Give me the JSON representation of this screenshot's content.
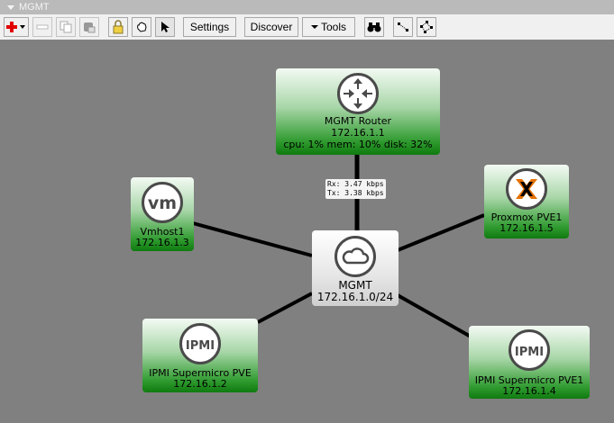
{
  "window": {
    "title": "MGMT"
  },
  "toolbar": {
    "add_icon": "plus-icon",
    "remove_icon": "minus-icon",
    "copy_icon": "copy-icon",
    "paste_icon": "paste-icon",
    "lock_icon": "lock-icon",
    "hand_icon": "hand-icon",
    "pointer_icon": "pointer-icon",
    "settings_label": "Settings",
    "discover_label": "Discover",
    "tools_label": "Tools",
    "find_icon": "binoculars-icon",
    "link_icon": "link-tool-icon",
    "layout_icon": "layout-icon"
  },
  "colors": {
    "accent_red": "#e00000",
    "node_green": "#0f7a0f",
    "canvas": "#808080"
  },
  "nodes": {
    "router": {
      "name": "MGMT Router",
      "ip": "172.16.1.1",
      "stats": "cpu: 1% mem: 10% disk: 32%",
      "icon": "router-icon"
    },
    "network": {
      "name": "MGMT",
      "ip": "172.16.1.0/24",
      "icon": "cloud-icon"
    },
    "vmhost": {
      "name": "Vmhost1",
      "ip": "172.16.1.3",
      "icon": "vmware-icon"
    },
    "proxmox": {
      "name": "Proxmox PVE1",
      "ip": "172.16.1.5",
      "icon": "proxmox-icon"
    },
    "ipmi1": {
      "name": "IPMI Supermicro PVE",
      "ip": "172.16.1.2",
      "icon": "ipmi-icon",
      "icon_text": "IPMI"
    },
    "ipmi2": {
      "name": "IPMI Supermicro PVE1",
      "ip": "172.16.1.4",
      "icon": "ipmi-icon",
      "icon_text": "IPMI"
    }
  },
  "link_traffic": {
    "rx": "Rx: 3.47 kbps",
    "tx": "Tx: 3.38 kbps"
  }
}
